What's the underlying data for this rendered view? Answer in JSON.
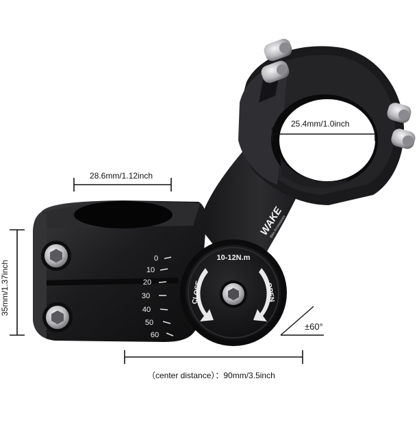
{
  "product": {
    "brand": "WAKE",
    "brand_sub": "Bike Accessories",
    "torque": "10-12N.m",
    "close_label": "CLOSE",
    "open_label": "OPEN",
    "angle_scale": [
      "0",
      "10",
      "20",
      "30",
      "40",
      "50",
      "60"
    ]
  },
  "dimensions": {
    "handlebar_clamp": "25.4mm/1.0inch",
    "steerer_clamp": "28.6mm/1.12inch",
    "stack_height": "35mm/1.37inch",
    "angle": "±60°",
    "center_distance": "（center distance）：90mm/3.5inch"
  },
  "colors": {
    "body": "#1b1b1d",
    "highlight": "#3a3a3d",
    "bolt": "#c9c9cc",
    "text_white": "#f2f2f2",
    "dimension_line": "#111111"
  }
}
